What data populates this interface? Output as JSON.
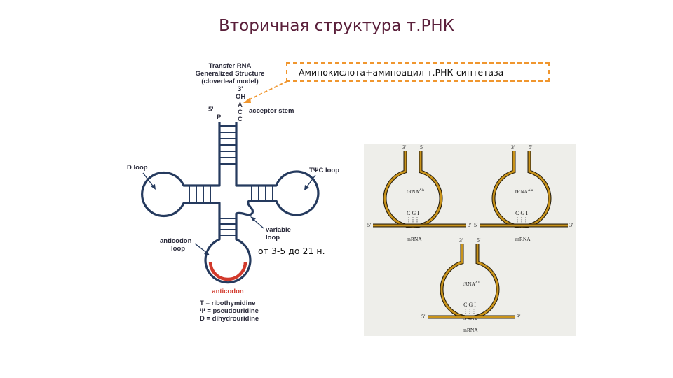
{
  "title": "Вторичная структура т.РНК",
  "callout": "Аминокислота+аминоацил-т.РНК-синтетаза",
  "note": "от 3-5 до 21 н.",
  "cloverleaf": {
    "heading": [
      "Transfer RNA",
      "Generalized Structure",
      "(cloverleaf model)"
    ],
    "three_prime": "3'",
    "oh": "OH",
    "acc_bases": [
      "A",
      "C",
      "C"
    ],
    "five_prime": "5'",
    "p": "P",
    "acceptor_stem": "acceptor stem",
    "d_loop": "D loop",
    "tpsic_loop": "TΨC loop",
    "variable_loop": [
      "variable",
      "loop"
    ],
    "anticodon_loop": [
      "anticodon",
      "loop"
    ],
    "anticodon": "anticodon",
    "legend": [
      "T = ribothymidine",
      "Ψ = pseudouridine",
      "D = dihydrouridine"
    ]
  },
  "pairing": {
    "units": [
      {
        "prime_left": "3'",
        "prime_right": "5'",
        "trna": "tRNA",
        "sup": "Ala",
        "codon_top": "C G I",
        "codon_bottom": "G C U",
        "mrna_left": "5'",
        "mrna_right": "3'",
        "mrna": "mRNA"
      },
      {
        "prime_left": "3'",
        "prime_right": "5'",
        "trna": "tRNA",
        "sup": "Ala",
        "codon_top": "C G I",
        "codon_bottom": "G C C",
        "mrna_left": "5'",
        "mrna_right": "3'",
        "mrna": "mRNA"
      },
      {
        "prime_left": "3'",
        "prime_right": "5'",
        "trna": "tRNA",
        "sup": "Ala",
        "codon_top": "C G I",
        "codon_bottom": "G C A",
        "mrna_left": "5'",
        "mrna_right": "3'",
        "mrna": "mRNA"
      }
    ]
  },
  "colors": {
    "title": "#5a1f3a",
    "callout_border": "#f0962e",
    "cloverleaf": "#253a5e",
    "anticodon": "#d23a2c",
    "strand": "#c9931a",
    "panel": "#eeeeea"
  }
}
